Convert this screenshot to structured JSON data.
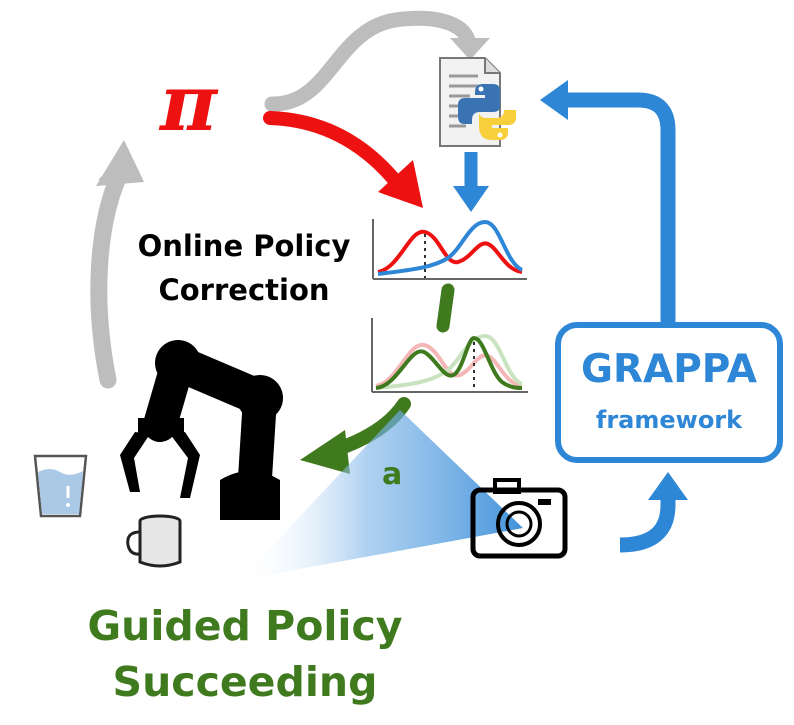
{
  "policy_symbol": "π",
  "online_correction": {
    "line1": "Online Policy",
    "line2": "Correction"
  },
  "grappa": {
    "title": "GRAPPA",
    "subtitle": "framework"
  },
  "action_label": "a",
  "guided": {
    "line1": "Guided Policy",
    "line2": "Succeeding"
  },
  "colors": {
    "red": "#ee1111",
    "blue": "#2e86d6",
    "green": "#3f7a1e",
    "gray": "#bdbdbd"
  },
  "icons": [
    "python-file-icon",
    "robot-arm-icon",
    "camera-icon",
    "water-glass-icon",
    "mug-icon"
  ]
}
